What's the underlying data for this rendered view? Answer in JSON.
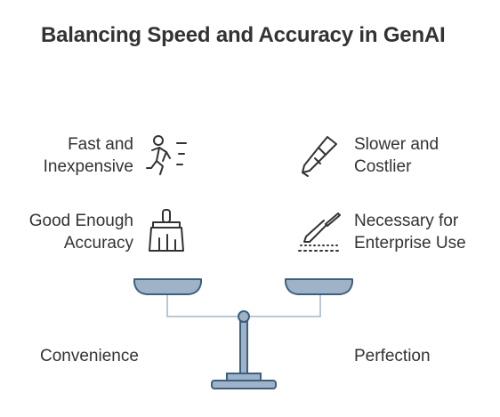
{
  "title": "Balancing Speed and Accuracy in GenAI",
  "left": {
    "items": [
      {
        "line1": "Fast and",
        "line2": "Inexpensive",
        "icon": "running-person-icon"
      },
      {
        "line1": "Good Enough",
        "line2": "Accuracy",
        "icon": "paintbrush-icon"
      }
    ],
    "bottom_label": "Convenience"
  },
  "right": {
    "items": [
      {
        "line1": "Slower and",
        "line2": "Costlier",
        "icon": "chisel-icon"
      },
      {
        "line1": "Necessary for",
        "line2": "Enterprise Use",
        "icon": "scalpel-icon"
      }
    ],
    "bottom_label": "Perfection"
  },
  "colors": {
    "text": "#333333",
    "scale_fill": "#9FB3C8",
    "scale_stroke": "#3F5F7F",
    "line": "#B8C8D8"
  }
}
